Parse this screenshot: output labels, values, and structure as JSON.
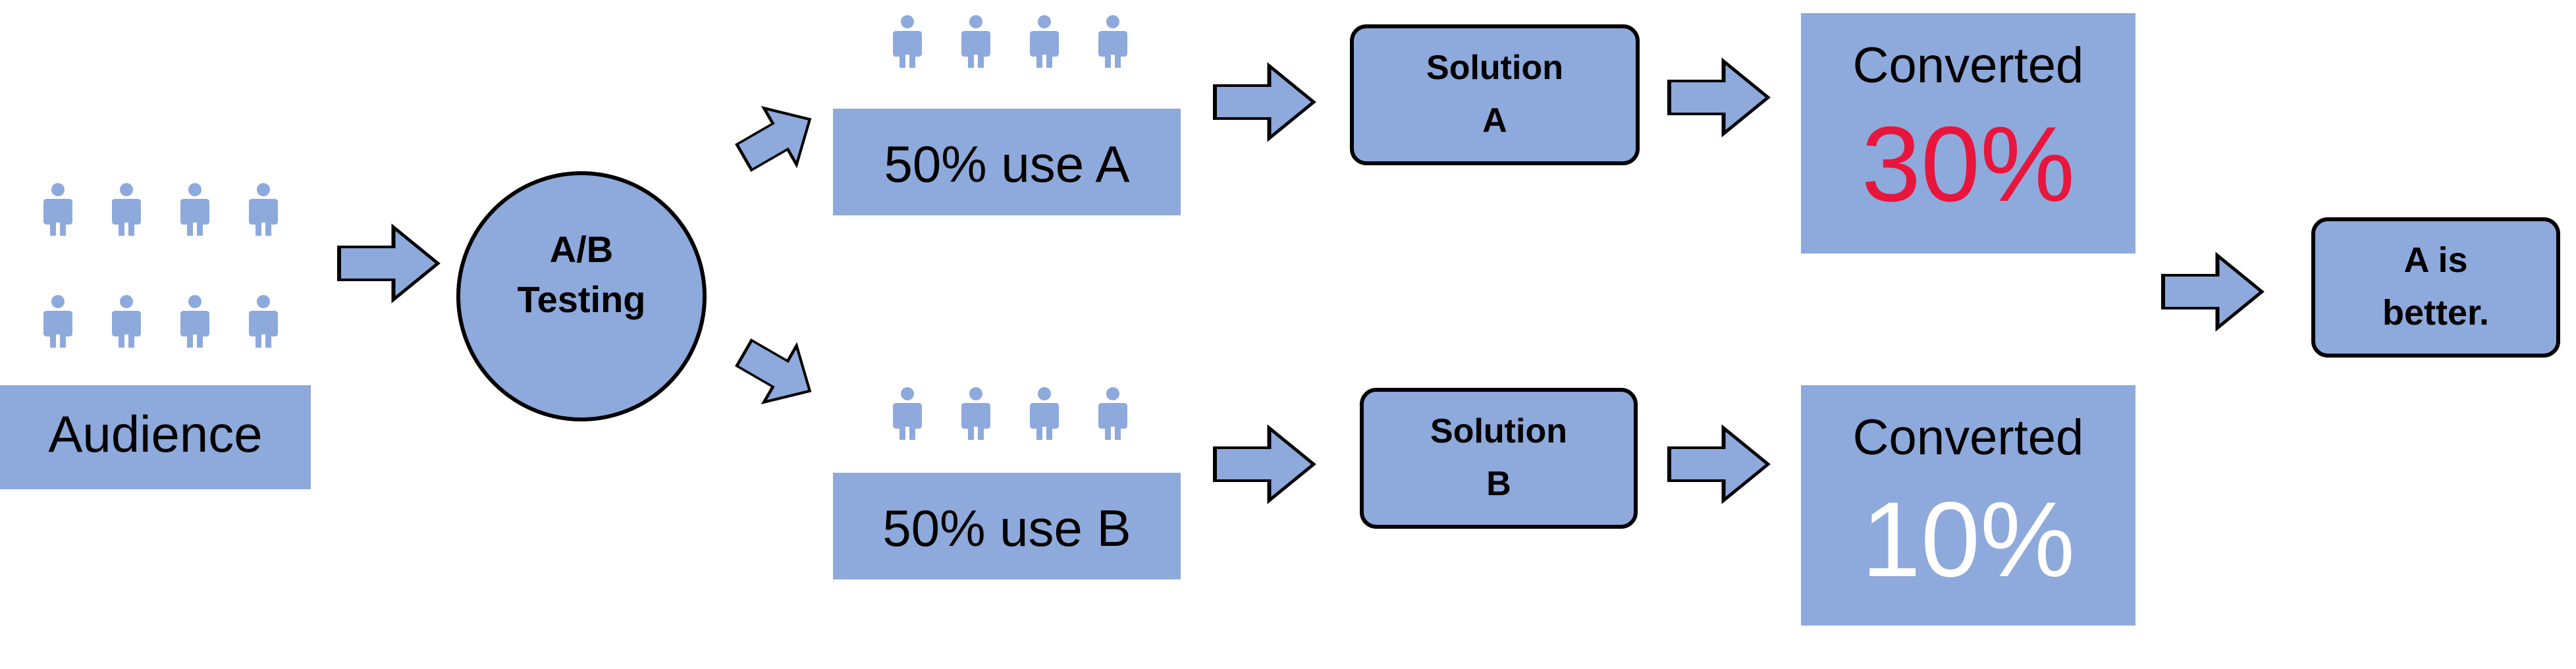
{
  "audience": {
    "label": "Audience"
  },
  "testing": {
    "line1": "A/B",
    "line2": "Testing"
  },
  "group_a": {
    "label": "50% use A"
  },
  "group_b": {
    "label": "50% use B"
  },
  "solution_a": {
    "line1": "Solution",
    "line2": "A"
  },
  "solution_b": {
    "line1": "Solution",
    "line2": "B"
  },
  "result_a": {
    "label": "Converted",
    "value": "30%",
    "value_color": "#e8163c"
  },
  "result_b": {
    "label": "Converted",
    "value": "10%",
    "value_color": "#ffffff"
  },
  "conclusion": {
    "line1": "A is",
    "line2": "better."
  },
  "colors": {
    "box_fill": "#8ea9db",
    "person": "#8ea9db",
    "arrow_fill": "#8ea9db",
    "stroke": "#000000",
    "text": "#000000"
  }
}
